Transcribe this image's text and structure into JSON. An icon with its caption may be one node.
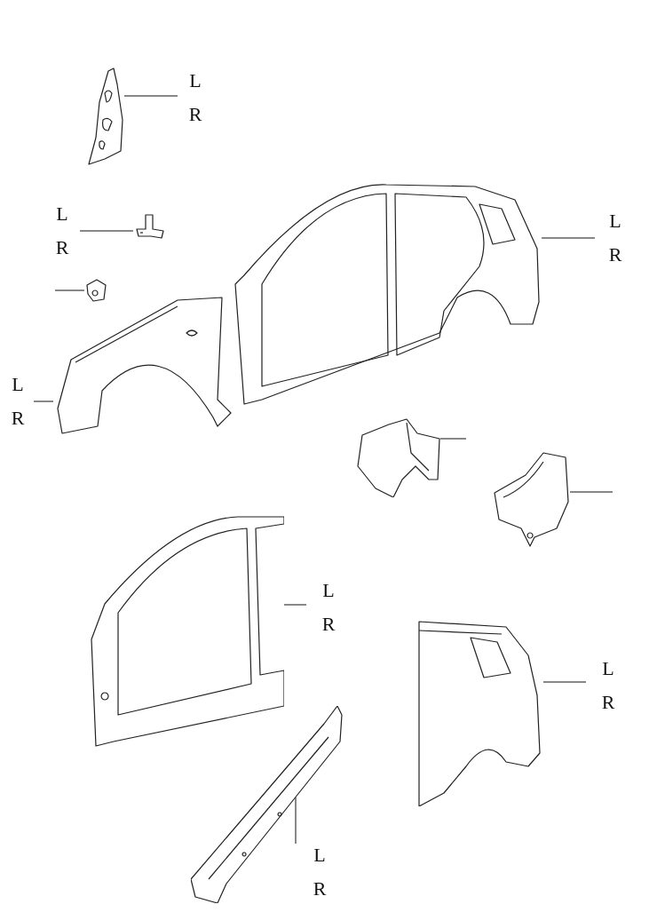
{
  "diagram": {
    "nodes": [
      {
        "text": [
          "L",
          "R"
        ]
      },
      {
        "text": [],
        "shape": "picture"
      },
      {
        "text": [
          "L",
          "R"
        ]
      },
      {
        "text": [],
        "shape": "picture"
      },
      {
        "text": [],
        "shape": "picture"
      },
      {
        "text": [
          "L",
          "R"
        ]
      },
      {
        "text": [],
        "shape": "picture"
      },
      {
        "text": [],
        "shape": "picture"
      },
      {
        "text": [
          "L",
          "R"
        ]
      },
      {
        "text": [],
        "shape": "picture"
      },
      {
        "text": [],
        "shape": "picture"
      },
      {
        "text": [],
        "shape": "picture"
      },
      {
        "text": [
          "L",
          "R"
        ]
      },
      {
        "text": [],
        "shape": "picture"
      },
      {
        "text": [
          "L",
          "R"
        ]
      },
      {
        "text": [],
        "shape": "picture"
      },
      {
        "text": [
          "L",
          "R"
        ]
      }
    ],
    "edges": [
      {
        "from": 0,
        "to": 1,
        "arrow": "none"
      },
      {
        "from": 2,
        "to": 3,
        "arrow": "none"
      },
      {
        "from": null,
        "to": 4,
        "arrow": "none"
      },
      {
        "from": 5,
        "to": 6,
        "arrow": "none"
      },
      {
        "from": 8,
        "to": 7,
        "arrow": "none"
      },
      {
        "from": null,
        "to": 9,
        "arrow": "none"
      },
      {
        "from": null,
        "to": 10,
        "arrow": "none"
      },
      {
        "from": 12,
        "to": 11,
        "arrow": "none"
      },
      {
        "from": 14,
        "to": 13,
        "arrow": "none"
      },
      {
        "from": 16,
        "to": 15,
        "arrow": "none"
      }
    ]
  }
}
